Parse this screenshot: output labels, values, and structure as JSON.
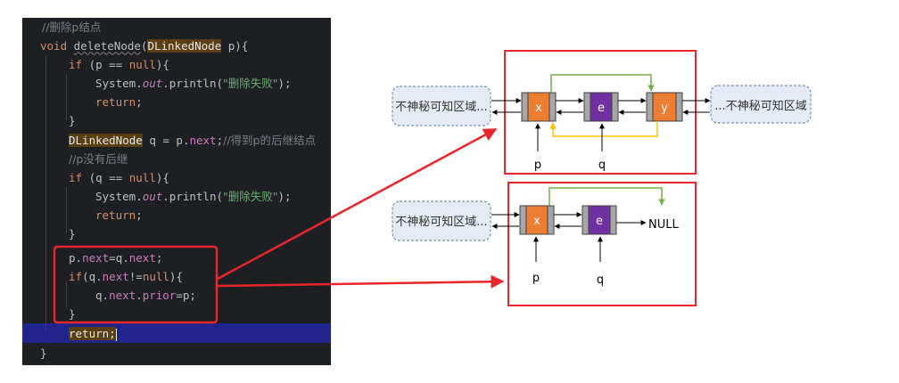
{
  "code": {
    "l1": "//删除p结点",
    "l2_kw": "void",
    "l2_fn": "deleteNode",
    "l2_open": "(",
    "l2_type": "DLinkedNode",
    "l2_rest": " p){",
    "l3_kw": "if",
    "l3_a": " (p == ",
    "l3_null": "null",
    "l3_b": "){",
    "l4_a": "System.",
    "l4_out": "out",
    "l4_b": ".println(",
    "l4_str": "\"删除失败\"",
    "l4_c": ");",
    "l5_kw": "return",
    "l5_b": ";",
    "l6": "}",
    "l7_type": "DLinkedNode",
    "l7_a": " q = p.",
    "l7_next": "next",
    "l7_b": ";",
    "l7_cm": "//得到p的后继结点",
    "l8": "//p没有后继",
    "l9_kw": "if",
    "l9_a": " (q == ",
    "l9_null": "null",
    "l9_b": "){",
    "l10_a": "System.",
    "l10_out": "out",
    "l10_b": ".println(",
    "l10_str": "\"删除失败\"",
    "l10_c": ");",
    "l11_kw": "return",
    "l11_b": ";",
    "l12": "}",
    "l13_a": "p.",
    "l13_next": "next",
    "l13_b": "=q.",
    "l13_next2": "next",
    "l13_c": ";",
    "l14_kw": "if",
    "l14_a": "(q.",
    "l14_next": "next",
    "l14_b": "!=",
    "l14_null": "null",
    "l14_c": "){",
    "l15_a": "q.",
    "l15_next": "next",
    "l15_b": ".",
    "l15_prior": "prior",
    "l15_c": "=p;",
    "l16": "}",
    "l17_kw": "return",
    "l17_b": ";",
    "l18": "}"
  },
  "diagram_top": {
    "left_cloud": "不神秘可知区域...",
    "right_cloud": "...不神秘可知区域",
    "node_x": "x",
    "node_e": "e",
    "node_y": "y",
    "label_p": "p",
    "label_q": "q"
  },
  "diagram_bottom": {
    "left_cloud": "不神秘可知区域...",
    "node_x": "x",
    "node_e": "e",
    "null_label": "NULL",
    "label_p": "p",
    "label_q": "q"
  },
  "colors": {
    "red": "#e8262c",
    "orange_node": "#ed7d31",
    "purple_node": "#7030a0",
    "green_link": "#70ad47",
    "yellow_link": "#ffc000",
    "cloud_fill": "#e4ebf4",
    "cloud_border": "#5b7fa6"
  }
}
